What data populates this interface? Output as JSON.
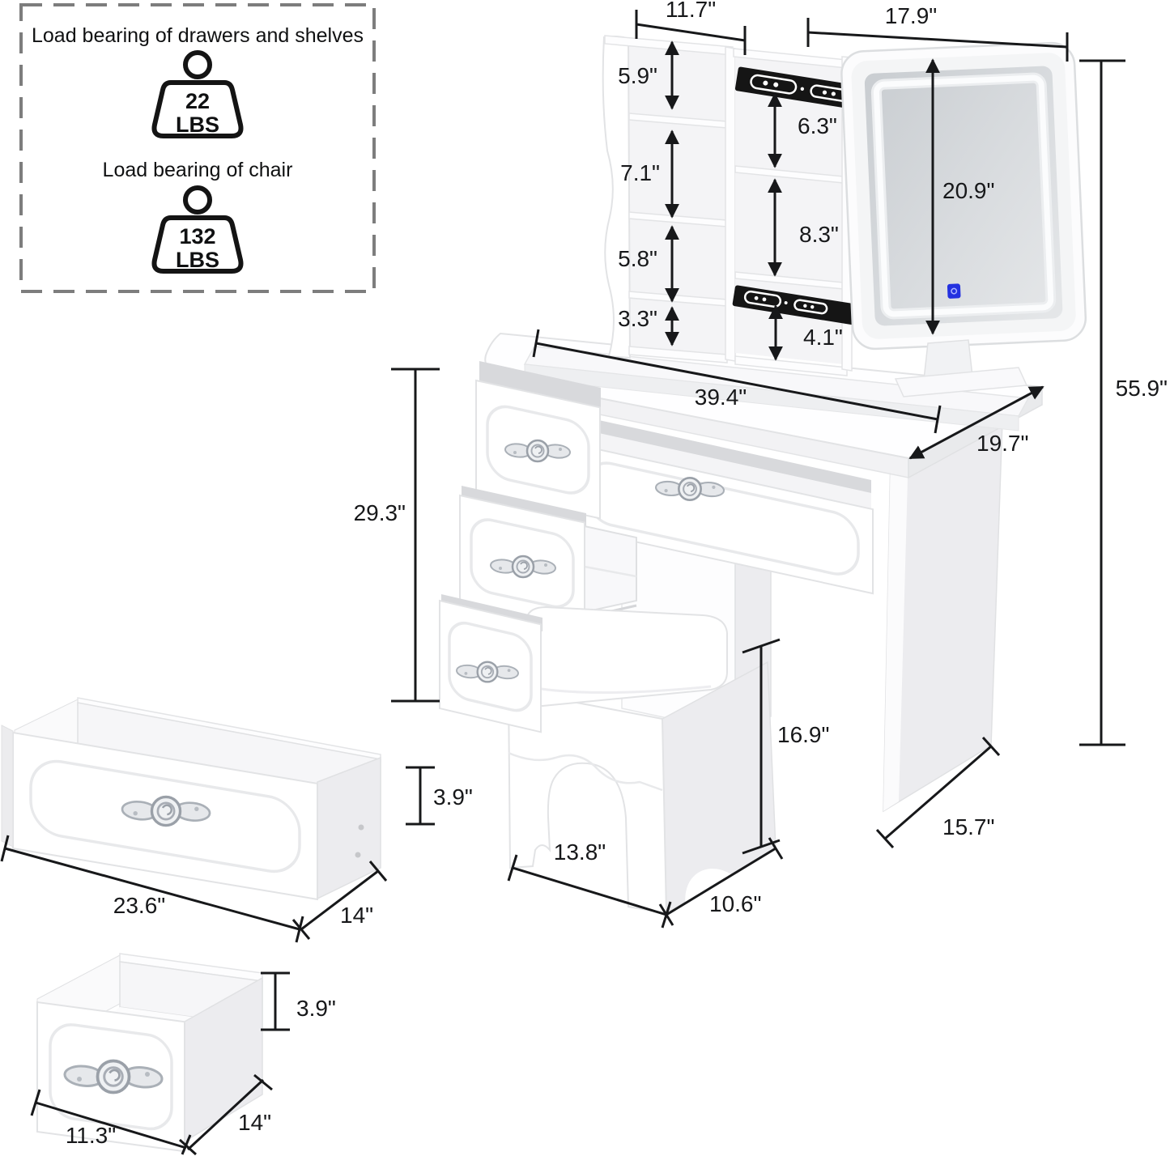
{
  "load_capacity_panel": {
    "drawers_shelves_label": "Load bearing of drawers and shelves",
    "drawers_shelves_weight": "22",
    "drawers_shelves_unit": "LBS",
    "chair_label": "Load bearing of chair",
    "chair_weight": "132",
    "chair_unit": "LBS"
  },
  "dimensions": {
    "hutch_width": "11.7\"",
    "mirror_width": "17.9\"",
    "shelf_top_height": "5.9\"",
    "shelf_second_height": "7.1\"",
    "shelf_third_height": "5.8\"",
    "shelf_bottom_height": "3.3\"",
    "cubby_top_height": "6.3\"",
    "cubby_middle_height": "8.3\"",
    "cubby_bottom_height": "4.1\"",
    "mirror_height": "20.9\"",
    "total_height": "55.9\"",
    "desktop_width": "39.4\"",
    "desktop_depth": "19.7\"",
    "desk_height": "29.3\"",
    "stool_height": "16.9\"",
    "stool_width": "13.8\"",
    "stool_depth": "10.6\"",
    "side_panel_depth": "15.7\"",
    "large_drawer_width": "23.6\"",
    "large_drawer_depth": "14\"",
    "large_drawer_height": "3.9\"",
    "small_drawer_width": "11.3\"",
    "small_drawer_depth": "14\"",
    "small_drawer_height": "3.9\""
  },
  "colors": {
    "dimension_line": "#17181a",
    "led_touch_button": "#2331e0",
    "slide_rail": "#151515"
  }
}
